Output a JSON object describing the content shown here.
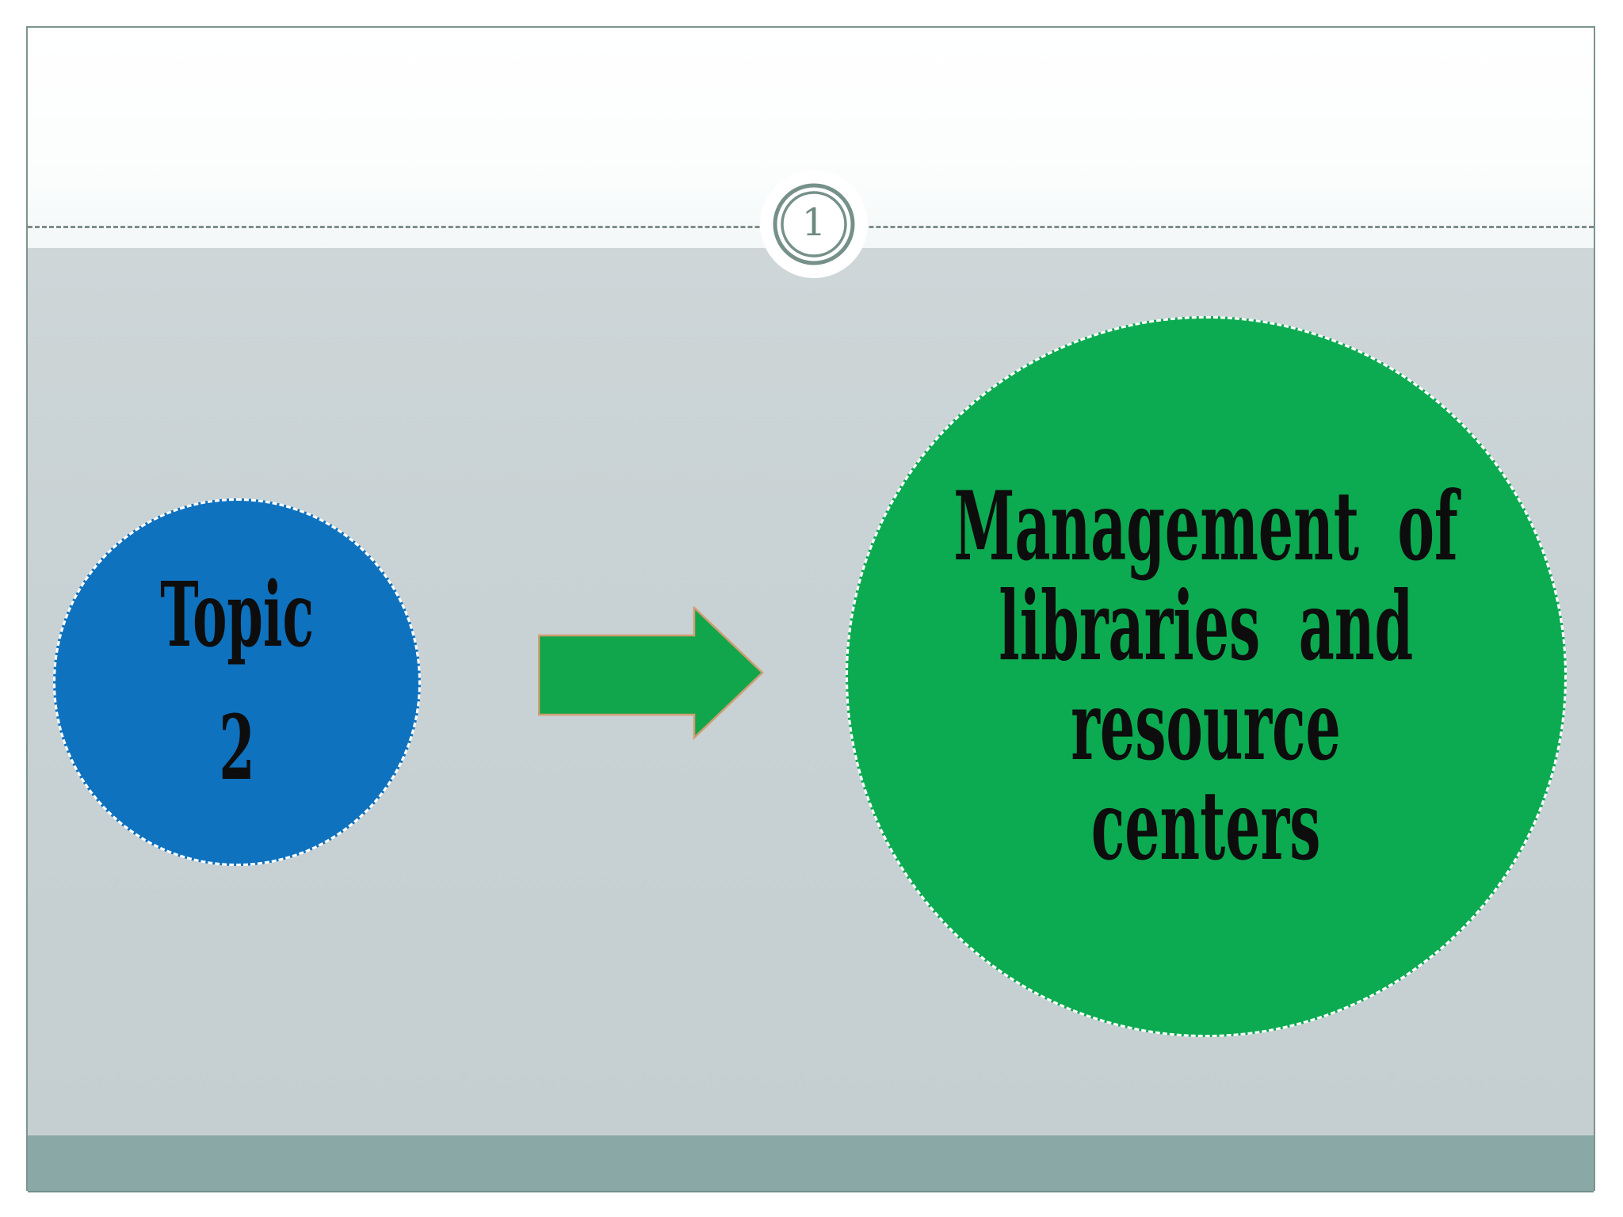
{
  "slide": {
    "page_number": "1",
    "topic_circle": {
      "line1": "Topic",
      "line2": "2"
    },
    "title_circle": {
      "text": "Management of libraries and resource centers",
      "lines": [
        "Management of",
        "libraries and",
        "resource",
        "centers"
      ]
    }
  },
  "colors": {
    "blue_circle": "#0e72bf",
    "green_circle": "#0cab51",
    "arrow_fill": "#12a64c",
    "arrow_outline": "#cf9d72",
    "panel_gray": "#c9d2d4",
    "footer_band": "#8aa8a6",
    "slide_border": "#7d948e",
    "ring_color": "#76908a",
    "page_number_color": "#6d8a80",
    "dashed_line": "#7e8e89",
    "circle_text": "#0d0d0d"
  }
}
